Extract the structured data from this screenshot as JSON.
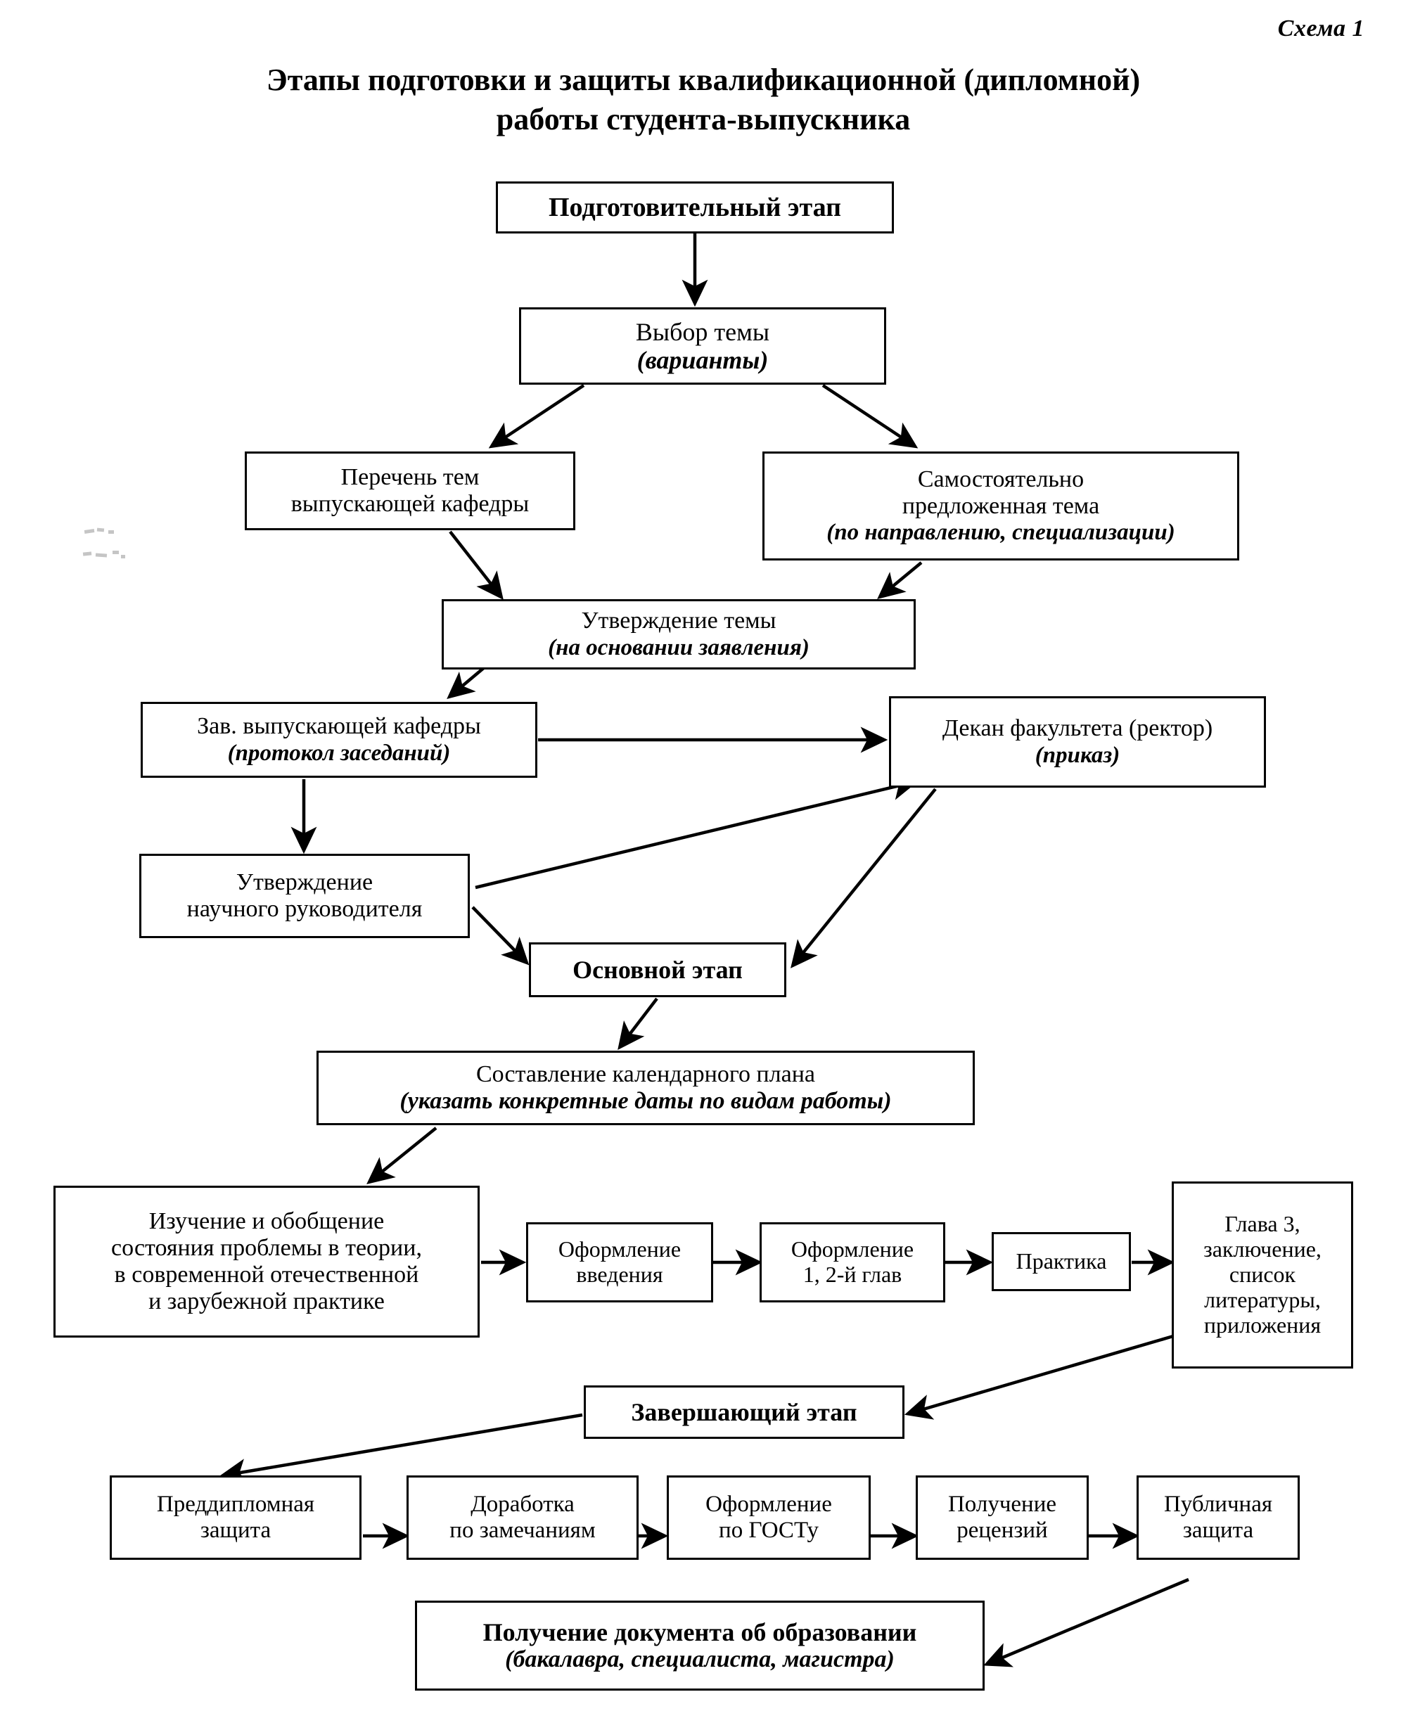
{
  "page": {
    "scheme_label": "Схема 1",
    "title_lines": [
      "Этапы подготовки и защиты квалификационной (дипломной)",
      "работы студента-выпускника"
    ]
  },
  "nodes": {
    "preparatory_stage": {
      "l1": "Подготовительный этап"
    },
    "topic_choice": {
      "l1": "Выбор темы",
      "l2": "(варианты)"
    },
    "dept_topic_list": {
      "l1": "Перечень тем",
      "l2": "выпускающей кафедры"
    },
    "self_proposed_topic": {
      "l1": "Самостоятельно",
      "l2": "предложенная тема",
      "l3": "(по направлению, специализации)"
    },
    "topic_approval": {
      "l1": "Утверждение темы",
      "l2": "(на основании заявления)"
    },
    "dept_head": {
      "l1": "Зав. выпускающей кафедры",
      "l2": "(протокол заседаний)"
    },
    "dean": {
      "l1": "Декан факультета (ректор)",
      "l2": "(приказ)"
    },
    "supervisor_approval": {
      "l1": "Утверждение",
      "l2": "научного руководителя"
    },
    "main_stage": {
      "l1": "Основной этап"
    },
    "calendar_plan": {
      "l1": "Составление календарного плана",
      "l2": "(указать конкретные даты по видам работы)"
    },
    "study_problem": {
      "l1": "Изучение и обобщение",
      "l2": "состояния проблемы в теории,",
      "l3": "в современной отечественной",
      "l4": "и зарубежной практике"
    },
    "intro_writeup": {
      "l1": "Оформление",
      "l2": "введения"
    },
    "chapters_writeup": {
      "l1": "Оформление",
      "l2": "1, 2-й глав"
    },
    "practice": {
      "l1": "Практика"
    },
    "chapter3_block": {
      "l1": "Глава 3,",
      "l2": "заключение,",
      "l3": "список",
      "l4": "литературы,",
      "l5": "приложения"
    },
    "final_stage": {
      "l1": "Завершающий этап"
    },
    "predefense": {
      "l1": "Преддипломная",
      "l2": "защита"
    },
    "revision": {
      "l1": "Доработка",
      "l2": "по замечаниям"
    },
    "gost_formatting": {
      "l1": "Оформление",
      "l2": "по ГОСТу"
    },
    "reviews": {
      "l1": "Получение",
      "l2": "рецензий"
    },
    "public_defense": {
      "l1": "Публичная",
      "l2": "защита"
    },
    "diploma": {
      "l1": "Получение документа об образовании",
      "l2": "(бакалавра, специалиста, магистра)"
    }
  },
  "style": {
    "ink": "#000000",
    "paper": "#ffffff"
  }
}
